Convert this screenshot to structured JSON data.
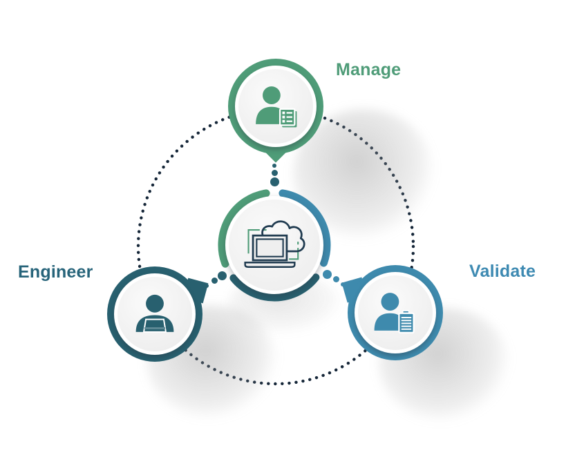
{
  "diagram": {
    "kind": "cycle-diagram",
    "background_color": "#ffffff",
    "orbit": {
      "style": "dotted-circle",
      "dot_color": "#152638"
    },
    "center_hub": {
      "name": "laptop-cloud-hub",
      "icon": "laptop-cloud-icon",
      "icon_stroke_color": "#203b50",
      "bracket_color": "#4f9c78",
      "ring_segment_colors": [
        "#4f9c78",
        "#3e8aad",
        "#28606f"
      ]
    },
    "nodes": [
      {
        "id": "manage",
        "label": "Manage",
        "position": "top",
        "color": "#4f9c78",
        "icon": "person-report-icon"
      },
      {
        "id": "engineer",
        "label": "Engineer",
        "position": "bottom-left",
        "color": "#28606f",
        "icon": "person-laptop-icon"
      },
      {
        "id": "validate",
        "label": "Validate",
        "position": "bottom-right",
        "color": "#3e8aad",
        "icon": "person-clipboard-icon"
      }
    ]
  }
}
